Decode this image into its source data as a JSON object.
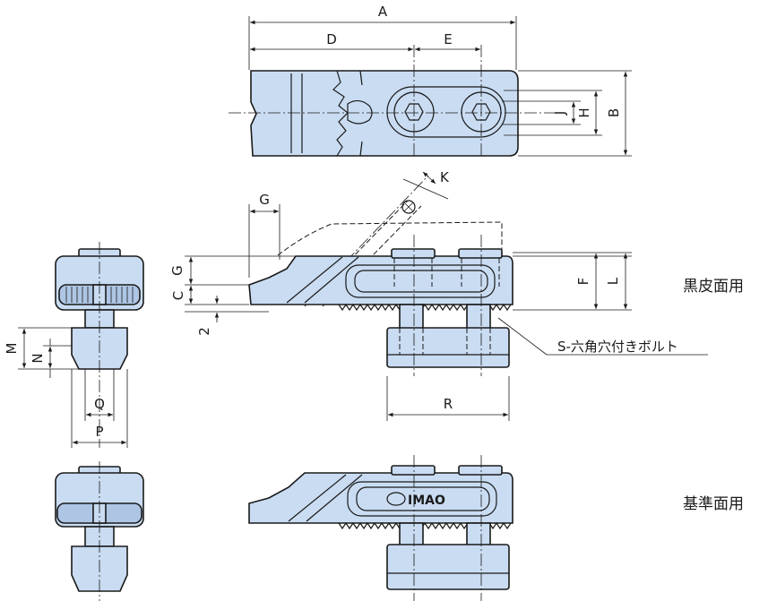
{
  "dimensions": {
    "A": "A",
    "B": "B",
    "C": "C",
    "D": "D",
    "E": "E",
    "F": "F",
    "G_top": "G",
    "G_side": "G",
    "H": "H",
    "J": "J",
    "K": "K",
    "L": "L",
    "M": "M",
    "N": "N",
    "P": "P",
    "Q": "Q",
    "R": "R",
    "two": "2"
  },
  "labels": {
    "kurokawa": "黒皮面用",
    "kijun": "基準面用",
    "bolt": "S-六角穴付きボルト",
    "brand": "IMAO"
  },
  "colors": {
    "part_fill": "#c9dcf2",
    "outline": "#1a1a1a"
  }
}
